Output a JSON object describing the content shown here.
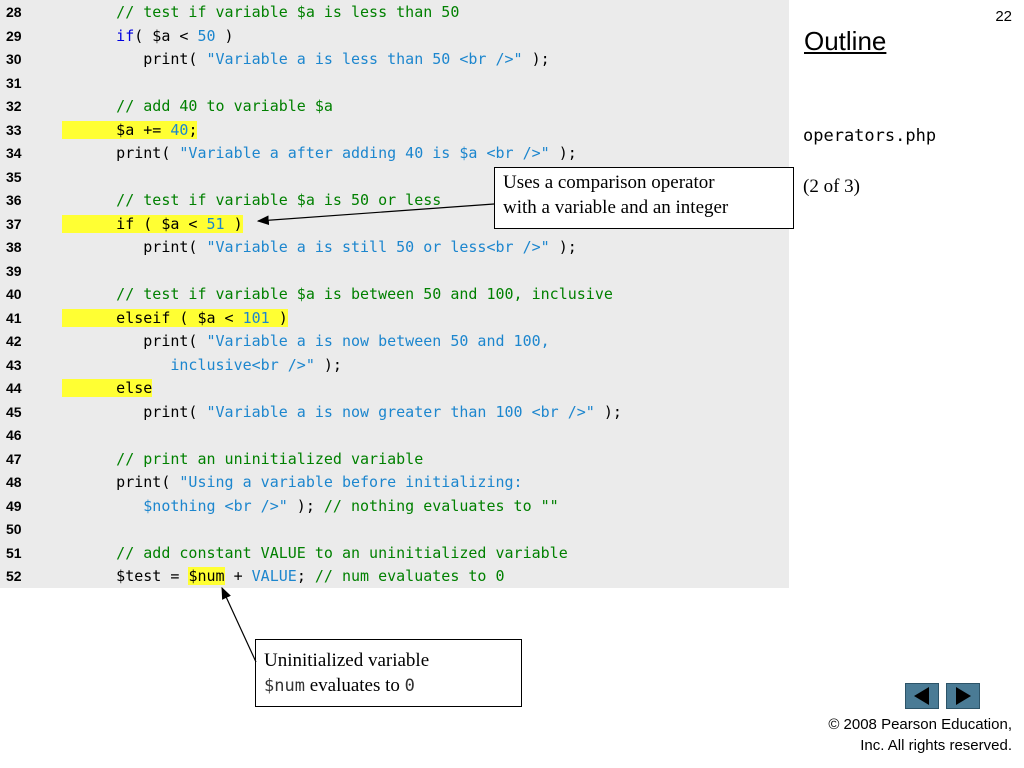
{
  "slide": {
    "number": "22",
    "outline_label": "Outline",
    "filename": "operators.php",
    "part": "(2 of 3)",
    "copyright_line1": "© 2008 Pearson Education,",
    "copyright_line2": "Inc.  All rights reserved."
  },
  "code_lines": [
    {
      "n": "28",
      "segs": [
        [
          "cm",
          "      // test if variable $a is less than 50"
        ]
      ]
    },
    {
      "n": "29",
      "segs": [
        [
          "kw",
          "      if"
        ],
        [
          "",
          "( $a < "
        ],
        [
          "nm",
          "50"
        ],
        [
          "",
          " )"
        ]
      ]
    },
    {
      "n": "30",
      "segs": [
        [
          "",
          "         print( "
        ],
        [
          "st",
          "\"Variable a is less than 50 <br />\""
        ],
        [
          "",
          " );"
        ]
      ]
    },
    {
      "n": "31",
      "segs": []
    },
    {
      "n": "32",
      "segs": [
        [
          "cm",
          "      // add 40 to variable $a"
        ]
      ]
    },
    {
      "n": "33",
      "segs": [
        [
          "hl",
          "      $a += "
        ],
        [
          "hlnm",
          "40"
        ],
        [
          "hl",
          ";"
        ]
      ]
    },
    {
      "n": "34",
      "segs": [
        [
          "",
          "      print( "
        ],
        [
          "st",
          "\"Variable a after adding 40 is $a <br />\""
        ],
        [
          "",
          " );"
        ]
      ]
    },
    {
      "n": "35",
      "segs": []
    },
    {
      "n": "36",
      "segs": [
        [
          "cm",
          "      // test if variable $a is 50 or less"
        ]
      ]
    },
    {
      "n": "37",
      "segs": [
        [
          "hl",
          "      if ( $a < "
        ],
        [
          "hlnm",
          "51"
        ],
        [
          "hl",
          " )"
        ]
      ]
    },
    {
      "n": "38",
      "segs": [
        [
          "",
          "         print( "
        ],
        [
          "st",
          "\"Variable a is still 50 or less<br />\""
        ],
        [
          "",
          " );"
        ]
      ]
    },
    {
      "n": "39",
      "segs": []
    },
    {
      "n": "40",
      "segs": [
        [
          "cm",
          "      // test if variable $a is between 50 and 100, inclusive"
        ]
      ]
    },
    {
      "n": "41",
      "segs": [
        [
          "hl",
          "      elseif ( $a < "
        ],
        [
          "hlnm",
          "101"
        ],
        [
          "hl",
          " )"
        ]
      ]
    },
    {
      "n": "42",
      "segs": [
        [
          "",
          "         print( "
        ],
        [
          "st",
          "\"Variable a is now between 50 and 100,"
        ]
      ]
    },
    {
      "n": "43",
      "segs": [
        [
          "st",
          "            inclusive<br />\""
        ],
        [
          "",
          " );"
        ]
      ]
    },
    {
      "n": "44",
      "segs": [
        [
          "hl",
          "      else"
        ]
      ]
    },
    {
      "n": "45",
      "segs": [
        [
          "",
          "         print( "
        ],
        [
          "st",
          "\"Variable a is now greater than 100 <br />\""
        ],
        [
          "",
          " );"
        ]
      ]
    },
    {
      "n": "46",
      "segs": []
    },
    {
      "n": "47",
      "segs": [
        [
          "cm",
          "      // print an uninitialized variable"
        ]
      ]
    },
    {
      "n": "48",
      "segs": [
        [
          "",
          "      print( "
        ],
        [
          "st",
          "\"Using a variable before initializing:"
        ]
      ]
    },
    {
      "n": "49",
      "segs": [
        [
          "st",
          "         $nothing <br />\""
        ],
        [
          "",
          " ); "
        ],
        [
          "cm",
          "// nothing evaluates to \"\""
        ]
      ]
    },
    {
      "n": "50",
      "segs": []
    },
    {
      "n": "51",
      "segs": [
        [
          "cm",
          "      // add constant VALUE to an uninitialized variable"
        ]
      ]
    },
    {
      "n": "52",
      "segs": [
        [
          "",
          "      $test = "
        ],
        [
          "hl",
          "$num"
        ],
        [
          "",
          " + "
        ],
        [
          "nm",
          "VALUE"
        ],
        [
          "",
          "; "
        ],
        [
          "cm",
          "// num evaluates to 0"
        ]
      ]
    }
  ],
  "callouts": {
    "comparison": {
      "line1": "Uses a comparison operator",
      "line2": "with a variable and an integer"
    },
    "uninitialized": {
      "line1": "Uninitialized variable",
      "code1": "$num",
      "mid": " evaluates to ",
      "code2": "0"
    }
  },
  "nav": {
    "prev_icon": "triangle-left-icon",
    "next_icon": "triangle-right-icon",
    "color": "#4a7b95"
  }
}
